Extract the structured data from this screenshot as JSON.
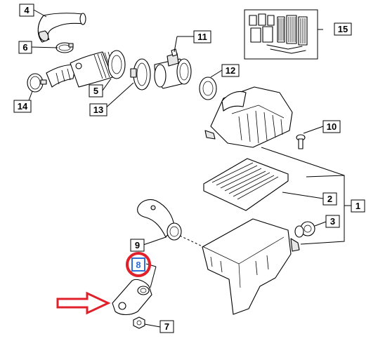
{
  "callouts": [
    {
      "id": "c1",
      "label": "1"
    },
    {
      "id": "c2",
      "label": "2"
    },
    {
      "id": "c3",
      "label": "3"
    },
    {
      "id": "c4",
      "label": "4"
    },
    {
      "id": "c5",
      "label": "5"
    },
    {
      "id": "c6",
      "label": "6"
    },
    {
      "id": "c7",
      "label": "7"
    },
    {
      "id": "c8",
      "label": "8"
    },
    {
      "id": "c9",
      "label": "9"
    },
    {
      "id": "c10",
      "label": "10"
    },
    {
      "id": "c11",
      "label": "11"
    },
    {
      "id": "c12",
      "label": "12"
    },
    {
      "id": "c13",
      "label": "13"
    },
    {
      "id": "c14",
      "label": "14"
    },
    {
      "id": "c15",
      "label": "15"
    }
  ],
  "highlight": {
    "target_label": "8",
    "circle_color": "#e0202a",
    "arrow_color": "#e0202a",
    "box_color": "#2f6fd6"
  },
  "colors": {
    "line": "#000000",
    "background": "#ffffff"
  }
}
